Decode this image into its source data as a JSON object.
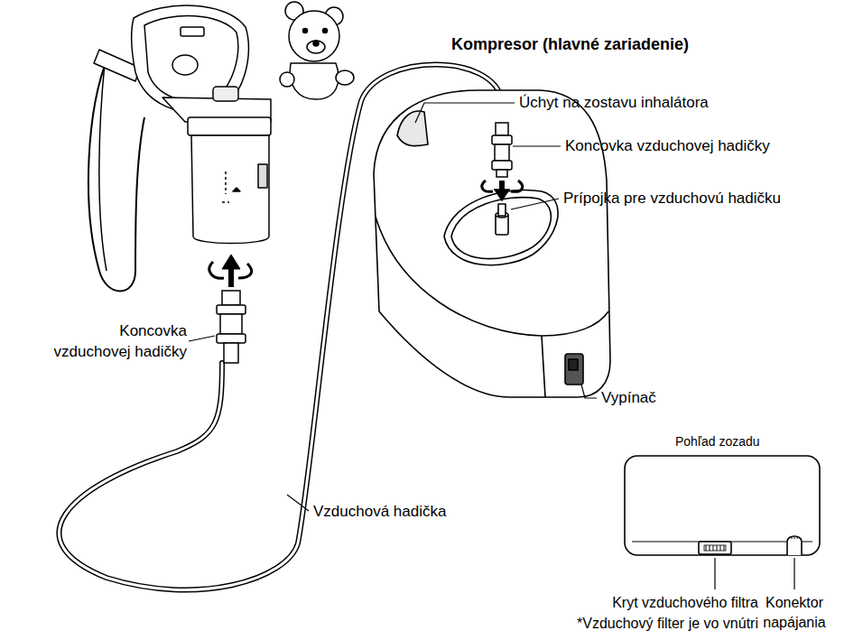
{
  "diagram": {
    "labels": [
      "Kompresor (hlavné zariadenie)",
      "Úchyt na zostavu inhalátora",
      "Koncovka vzduchovej hadičky",
      "Prípojka pre vzduchovú hadičku",
      "Koncovka vzduchovej hadičky",
      "Vypínač",
      "Vzduchová hadička",
      "Pohľad zozadu",
      "Kryt vzduchového filtra",
      "*Vzduchový filter je vo vnútri",
      "Konektor napájania"
    ]
  }
}
